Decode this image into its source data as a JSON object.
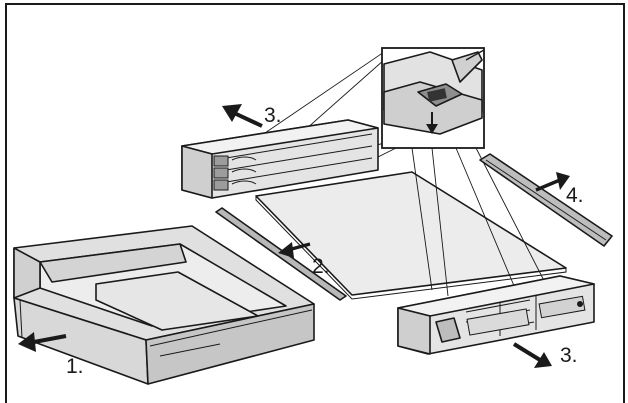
{
  "steps": [
    {
      "id": "drawer",
      "label": "1."
    },
    {
      "id": "rail",
      "label": "2."
    },
    {
      "id": "holder-top",
      "label": "3."
    },
    {
      "id": "holder-bottom",
      "label": "3."
    },
    {
      "id": "strip",
      "label": "4."
    }
  ],
  "colors": {
    "frame": "#1a1a1a",
    "part_fill": "#e6e6e6",
    "part_shade": "#c9c9c9",
    "part_dark": "#9c9c9c",
    "glass": "#ededed",
    "arrow": "#1a1a1a"
  }
}
